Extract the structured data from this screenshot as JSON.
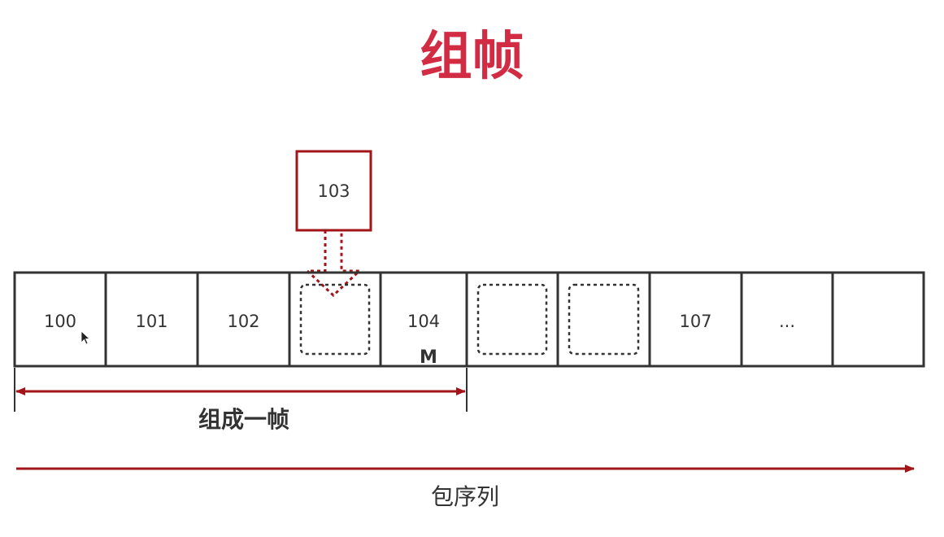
{
  "title": "组帧",
  "colors": {
    "title": "#d12c44",
    "accent": "#a31419",
    "line": "#333333"
  },
  "incoming_packet": "103",
  "cells": [
    {
      "label": "100",
      "state": "received"
    },
    {
      "label": "101",
      "state": "received"
    },
    {
      "label": "102",
      "state": "received"
    },
    {
      "label": "",
      "state": "missing"
    },
    {
      "label": "104",
      "state": "received",
      "marker": "M"
    },
    {
      "label": "",
      "state": "missing"
    },
    {
      "label": "",
      "state": "missing"
    },
    {
      "label": "107",
      "state": "received"
    },
    {
      "label": "...",
      "state": "received"
    },
    {
      "label": "",
      "state": "empty"
    }
  ],
  "frame_span_label": "组成一帧",
  "sequence_label": "包序列"
}
